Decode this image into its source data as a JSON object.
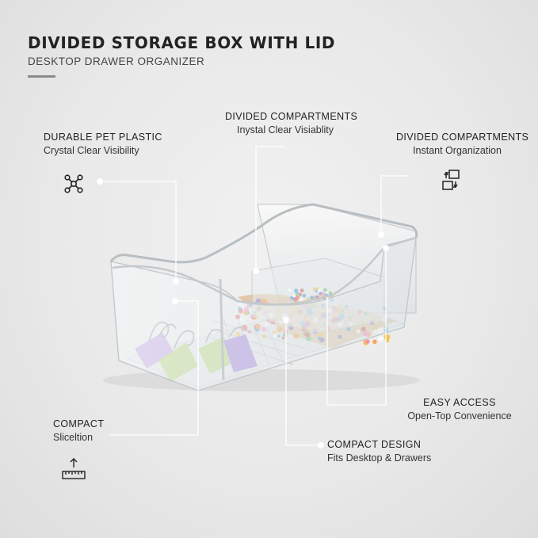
{
  "header": {
    "title": "DIVIDED STORAGE BOX WITH LID",
    "subtitle": "DESKTOP DRAWER ORGANIZER"
  },
  "callouts": {
    "durable": {
      "title": "DURABLE PET PLASTIC",
      "subtitle": "Crystal Clear Visibility",
      "icon": "molecule-nodes-icon"
    },
    "divided_center": {
      "title": "DIVIDED COMPARTMENTS",
      "subtitle": "Inystal Clear Visiablity"
    },
    "divided_right": {
      "title": "DIVIDED COMPARTMENTS",
      "subtitle": "Instant Organization",
      "icon": "swap-boxes-icon"
    },
    "easy_access": {
      "title": "EASY ACCESS",
      "subtitle": "Open-Top Convenience"
    },
    "compact_left": {
      "title": "COMPACT",
      "subtitle": "Sliceltion",
      "icon": "ruler-upload-icon"
    },
    "compact_design": {
      "title": "COMPACT DESIGN",
      "subtitle": "Fits Desktop & Drawers"
    }
  },
  "colors": {
    "background": "#ebebeb",
    "leader_line": "#ffffff",
    "clip_purple": "#b48fe0",
    "clip_green": "#a6cf62",
    "clip_violet": "#8d6bd6"
  }
}
